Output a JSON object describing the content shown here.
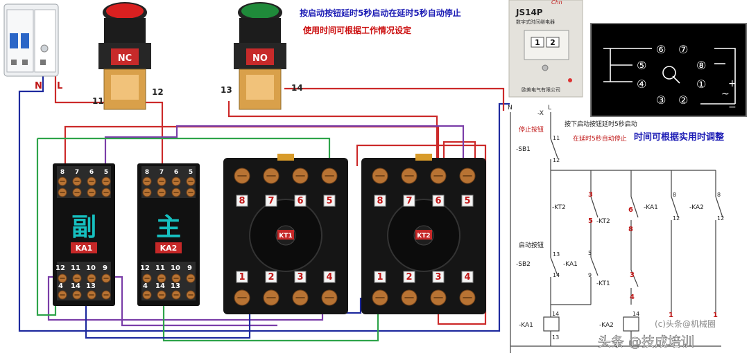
{
  "top_text": {
    "line1": "按启动按钮延时5秒启动在延时5秒自动停止",
    "line2": "使用时间可根据工作情况设定",
    "color_line1": "#1a1ab4",
    "color_line2": "#cc1111"
  },
  "breaker": {
    "label_n": "N",
    "label_l": "L"
  },
  "buttons": {
    "stop": {
      "tag": "NC",
      "term_left": "11",
      "term_right": "12",
      "cap_color": "#d82020"
    },
    "start": {
      "tag": "NO",
      "term_left": "13",
      "term_right": "14",
      "cap_color": "#1f8a3a"
    }
  },
  "relays": {
    "ka1": {
      "char": "副",
      "label": "KA1",
      "top_nums": [
        "8",
        "7",
        "6",
        "5"
      ],
      "bottom_nums": [
        "12",
        "11",
        "10",
        "9"
      ],
      "bottom_nums2": [
        "4",
        "14",
        "13",
        ""
      ]
    },
    "ka2": {
      "char": "主",
      "label": "KA2",
      "top_nums": [
        "8",
        "7",
        "6",
        "5"
      ],
      "bottom_nums": [
        "12",
        "11",
        "10",
        "9"
      ],
      "bottom_nums2": [
        "4",
        "14",
        "13",
        ""
      ]
    }
  },
  "timers": {
    "kt1": {
      "label": "KT1",
      "top_nums": [
        "8",
        "7",
        "6",
        "5"
      ],
      "bottom_nums": [
        "1",
        "2",
        "3",
        "4"
      ]
    },
    "kt2": {
      "label": "KT2",
      "top_nums": [
        "8",
        "7",
        "6",
        "5"
      ],
      "bottom_nums": [
        "1",
        "2",
        "3",
        "4"
      ]
    }
  },
  "timer_relay": {
    "model": "JS14P",
    "subtitle": "数字式时间继电器",
    "digits": [
      "1",
      "2"
    ],
    "maker": "欧美电气有限公司",
    "brand": "Chn"
  },
  "pin_diagram": {
    "pins": [
      "⑥",
      "⑦",
      "⑤",
      "⑧",
      "④",
      "①",
      "③",
      "②"
    ],
    "plus": "+",
    "minus": "−",
    "ac": "~"
  },
  "schematic": {
    "note1": "按下启动按钮延时5秒启动",
    "note2": "在延时5秒自动停止",
    "title": "时间可根据实用时调整",
    "rail_n": "N",
    "rail_l": "L",
    "rail_x": "-X",
    "stop_label": "停止按钮",
    "start_label": "启动按钮",
    "sb1": "-SB1",
    "sb2": "-SB2",
    "ka1": "-KA1",
    "ka2": "-KA2",
    "kt1": "-KT1",
    "kt2": "-KT2",
    "n11": "11",
    "n12": "12",
    "n13": "13",
    "n14": "14",
    "n3": "3",
    "n5": "5",
    "n6": "6",
    "n8": "8",
    "n4": "4",
    "n9": "9",
    "n1": "1",
    "coil_ka1": "-KA1",
    "coil_ka2": "-KA2"
  },
  "watermark": {
    "line1": "头条 @技成培训",
    "line2": "(c)头条@机械圈"
  }
}
